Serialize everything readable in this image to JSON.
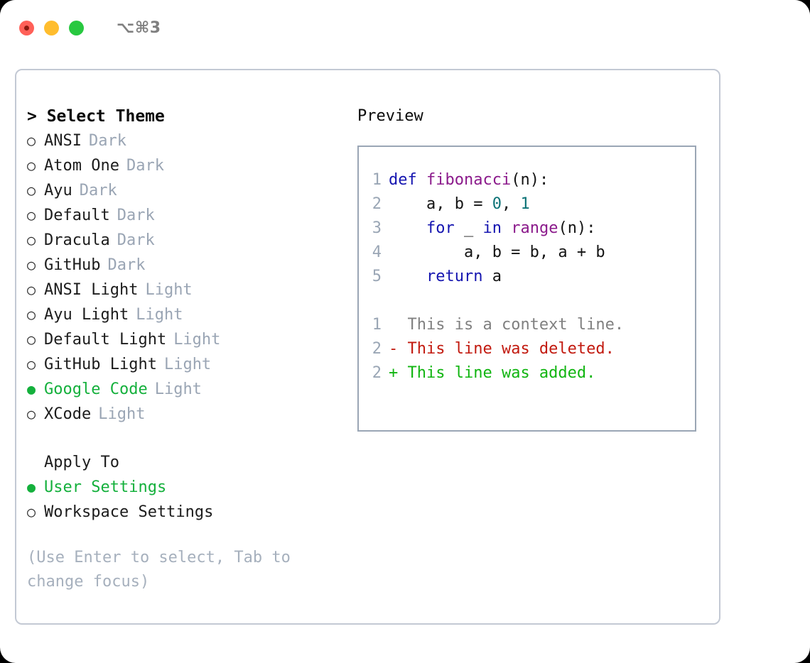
{
  "titlebar": {
    "shortcut": "⌥⌘3",
    "lights": [
      "close",
      "minimize",
      "maximize"
    ]
  },
  "left": {
    "heading": "> Select Theme",
    "themes": [
      {
        "bullet": "○",
        "name": "ANSI",
        "tag": "Dark",
        "selected": false
      },
      {
        "bullet": "○",
        "name": "Atom One",
        "tag": "Dark",
        "selected": false
      },
      {
        "bullet": "○",
        "name": "Ayu",
        "tag": "Dark",
        "selected": false
      },
      {
        "bullet": "○",
        "name": "Default",
        "tag": "Dark",
        "selected": false
      },
      {
        "bullet": "○",
        "name": "Dracula",
        "tag": "Dark",
        "selected": false
      },
      {
        "bullet": "○",
        "name": "GitHub",
        "tag": "Dark",
        "selected": false
      },
      {
        "bullet": "○",
        "name": "ANSI Light",
        "tag": "Light",
        "selected": false
      },
      {
        "bullet": "○",
        "name": "Ayu Light",
        "tag": "Light",
        "selected": false
      },
      {
        "bullet": "○",
        "name": "Default Light",
        "tag": "Light",
        "selected": false
      },
      {
        "bullet": "○",
        "name": "GitHub Light",
        "tag": "Light",
        "selected": false
      },
      {
        "bullet": "●",
        "name": "Google Code",
        "tag": "Light",
        "selected": true
      },
      {
        "bullet": "○",
        "name": "XCode",
        "tag": "Light",
        "selected": false
      }
    ],
    "apply_to_title": "Apply To",
    "apply_to": [
      {
        "bullet": "●",
        "name": "User Settings",
        "selected": true
      },
      {
        "bullet": "○",
        "name": "Workspace Settings",
        "selected": false
      }
    ],
    "hint": "(Use Enter to select, Tab to change focus)"
  },
  "right": {
    "preview_title": "Preview",
    "code_lines": [
      {
        "ln": "1",
        "tokens": [
          {
            "t": "def ",
            "c": "kw"
          },
          {
            "t": "fibonacci",
            "c": "fn"
          },
          {
            "t": "(n):",
            "c": "pl"
          }
        ]
      },
      {
        "ln": "2",
        "tokens": [
          {
            "t": "    a, b = ",
            "c": "pl"
          },
          {
            "t": "0",
            "c": "num"
          },
          {
            "t": ", ",
            "c": "pl"
          },
          {
            "t": "1",
            "c": "num"
          }
        ]
      },
      {
        "ln": "3",
        "tokens": [
          {
            "t": "    ",
            "c": "pl"
          },
          {
            "t": "for",
            "c": "kw"
          },
          {
            "t": " _ ",
            "c": "pl"
          },
          {
            "t": "in",
            "c": "kw"
          },
          {
            "t": " ",
            "c": "pl"
          },
          {
            "t": "range",
            "c": "fn"
          },
          {
            "t": "(n):",
            "c": "pl"
          }
        ]
      },
      {
        "ln": "4",
        "tokens": [
          {
            "t": "        a, b = b, a + b",
            "c": "pl"
          }
        ]
      },
      {
        "ln": "5",
        "tokens": [
          {
            "t": "    ",
            "c": "pl"
          },
          {
            "t": "return",
            "c": "kw"
          },
          {
            "t": " a",
            "c": "pl"
          }
        ]
      }
    ],
    "diff_lines": [
      {
        "ln": "1",
        "marker": "  ",
        "text": "This is a context line.",
        "kind": "d-ctx"
      },
      {
        "ln": "2",
        "marker": "- ",
        "text": "This line was deleted.",
        "kind": "d-del"
      },
      {
        "ln": "2",
        "marker": "+ ",
        "text": "This line was added.",
        "kind": "d-add"
      }
    ]
  },
  "colors": {
    "accent_green": "#14b03c",
    "muted": "#9aa5b4",
    "keyword": "#1515b0",
    "function": "#8b1a8b",
    "number": "#0d7377",
    "diff_add": "#11b511",
    "diff_del": "#c21a0f",
    "border": "#c3c9d4"
  }
}
